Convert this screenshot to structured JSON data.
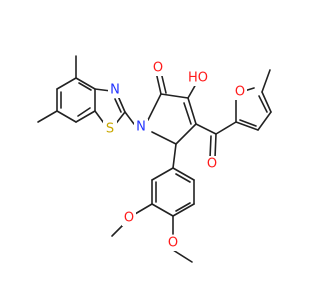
{
  "colors": {
    "background": "#ffffff",
    "bond": "#222222",
    "N": "#2233ff",
    "O": "#ff1a1a",
    "S": "#c9a800",
    "C": "#222222"
  },
  "atoms": [
    {
      "id": "N_thiazole",
      "label": "N",
      "element": "N"
    },
    {
      "id": "S_thiazole",
      "label": "S",
      "element": "S"
    },
    {
      "id": "N_pyrrole",
      "label": "N",
      "element": "N"
    },
    {
      "id": "O_carbonyl",
      "label": "O",
      "element": "O"
    },
    {
      "id": "O_hydroxy",
      "label": "HO",
      "element": "O"
    },
    {
      "id": "O_furan",
      "label": "O",
      "element": "O"
    },
    {
      "id": "O_ketone",
      "label": "O",
      "element": "O"
    },
    {
      "id": "O_methoxy_upper",
      "label": "O",
      "element": "O"
    },
    {
      "id": "O_methoxy_lower",
      "label": "O",
      "element": "O"
    }
  ]
}
